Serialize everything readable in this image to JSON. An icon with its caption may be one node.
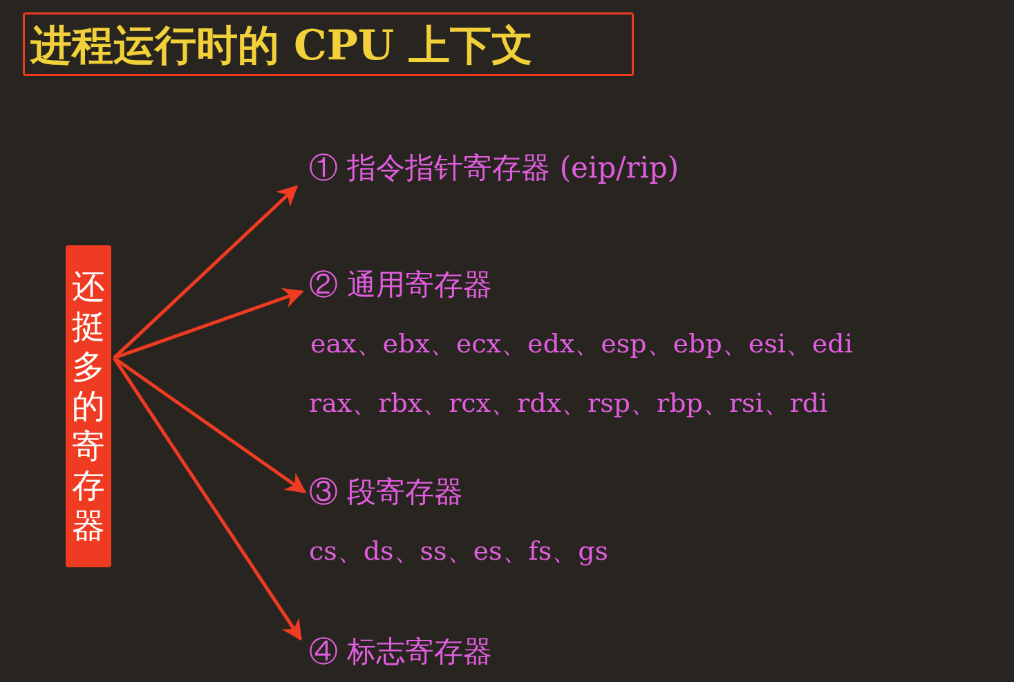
{
  "diagram": {
    "title": "进程运行时的 CPU 上下文",
    "nodes": [
      {
        "text": [
          "还挺多的寄存器"
        ]
      },
      {
        "text": [
          "① 指令指针寄存器 (eip/rip)"
        ]
      },
      {
        "text": [
          "② 通用寄存器"
        ],
        "beside": [
          "eax、ebx、ecx、edx、esp、ebp、esi、edi",
          "rax、rbx、rcx、rdx、rsp、rbp、rsi、rdi"
        ]
      },
      {
        "text": [
          "③ 段寄存器"
        ],
        "beside": [
          "cs、ds、ss、es、fs、gs"
        ]
      },
      {
        "text": [
          "④ 标志寄存器"
        ]
      }
    ],
    "edges": [
      {
        "from": 0,
        "to": 1,
        "arrow": "to",
        "color": "#ee3b22"
      },
      {
        "from": 0,
        "to": 2,
        "arrow": "to",
        "color": "#ee3b22"
      },
      {
        "from": 0,
        "to": 3,
        "arrow": "to",
        "color": "#ee3b22"
      },
      {
        "from": 0,
        "to": 4,
        "arrow": "to",
        "color": "#ee3b22"
      }
    ]
  }
}
